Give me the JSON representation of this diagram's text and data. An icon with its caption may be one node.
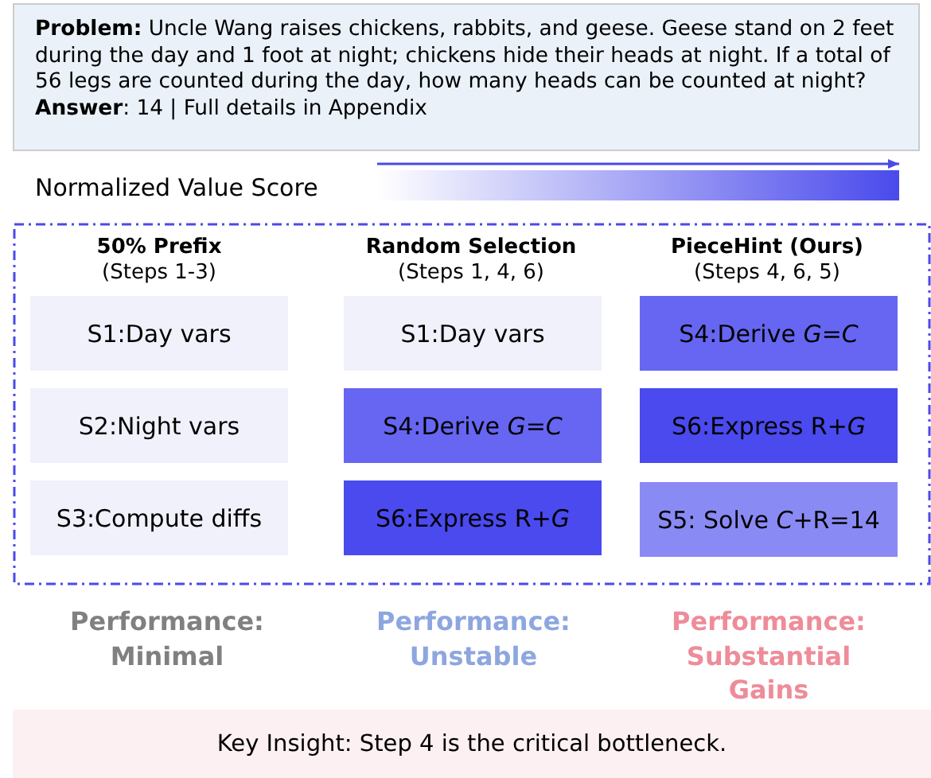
{
  "diagram": {
    "nodes": [
      {
        "text": [
          "**Problem:** Uncle Wang raises chickens, rabbits, and geese. Geese stand on 2 feet during the day and 1 foot at night; chickens hide their heads at night. If a total of 56 legs are counted during the day, how many heads can be counted at night?",
          "**Answer**: 14 | Full details in Appendix"
        ]
      },
      {
        "text": [],
        "shape": "box"
      },
      {
        "text": [
          "S1:Day vars"
        ],
        "in": 1
      },
      {
        "text": [
          "S1:Day vars"
        ],
        "in": 1
      },
      {
        "text": [
          "S4:Derive *G=C*"
        ],
        "in": 1
      },
      {
        "text": [
          "S2:Night vars"
        ],
        "in": 1
      },
      {
        "text": [
          "S4:Derive *G=C*"
        ],
        "in": 1
      },
      {
        "text": [
          "S6:Express R+*G*"
        ],
        "in": 1
      },
      {
        "text": [
          "S3:Compute diffs"
        ],
        "in": 1
      },
      {
        "text": [
          "S6:Express R+*G*"
        ],
        "in": 1
      },
      {
        "text": [
          "S5: Solve *C*+R=14"
        ],
        "in": 1
      },
      {
        "text": [
          "Key Insight: Step 4 is the critical bottleneck."
        ]
      }
    ],
    "edges": [],
    "labels": [
      "Normalized Value Score",
      "50% Prefix",
      "Random Selection",
      "PieceHint (Ours)",
      "(Steps 1-3)",
      "(Steps 1, 4, 6)",
      "(Steps 4, 6, 5)",
      "Performance: Minimal",
      "Performance: Unstable",
      "Performance: Substantial Gains"
    ]
  }
}
